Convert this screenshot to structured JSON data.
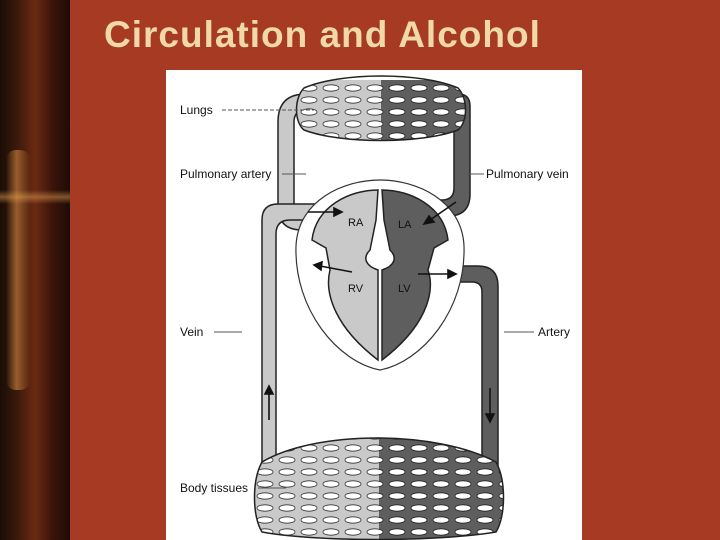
{
  "slide": {
    "title": "Circulation and Alcohol",
    "background_color": "#a63a22",
    "title_color": "#f0d8a8"
  },
  "diagram": {
    "labels": {
      "lungs": "Lungs",
      "pulmonary_artery": "Pulmonary artery",
      "pulmonary_vein": "Pulmonary vein",
      "vein": "Vein",
      "artery": "Artery",
      "body_tissues": "Body tissues"
    },
    "chambers": {
      "ra": "RA",
      "la": "LA",
      "rv": "RV",
      "lv": "LV"
    },
    "colors": {
      "deoxygenated": "#c9c9c9",
      "oxygenated": "#5e5e5e",
      "outline": "#222222"
    }
  }
}
